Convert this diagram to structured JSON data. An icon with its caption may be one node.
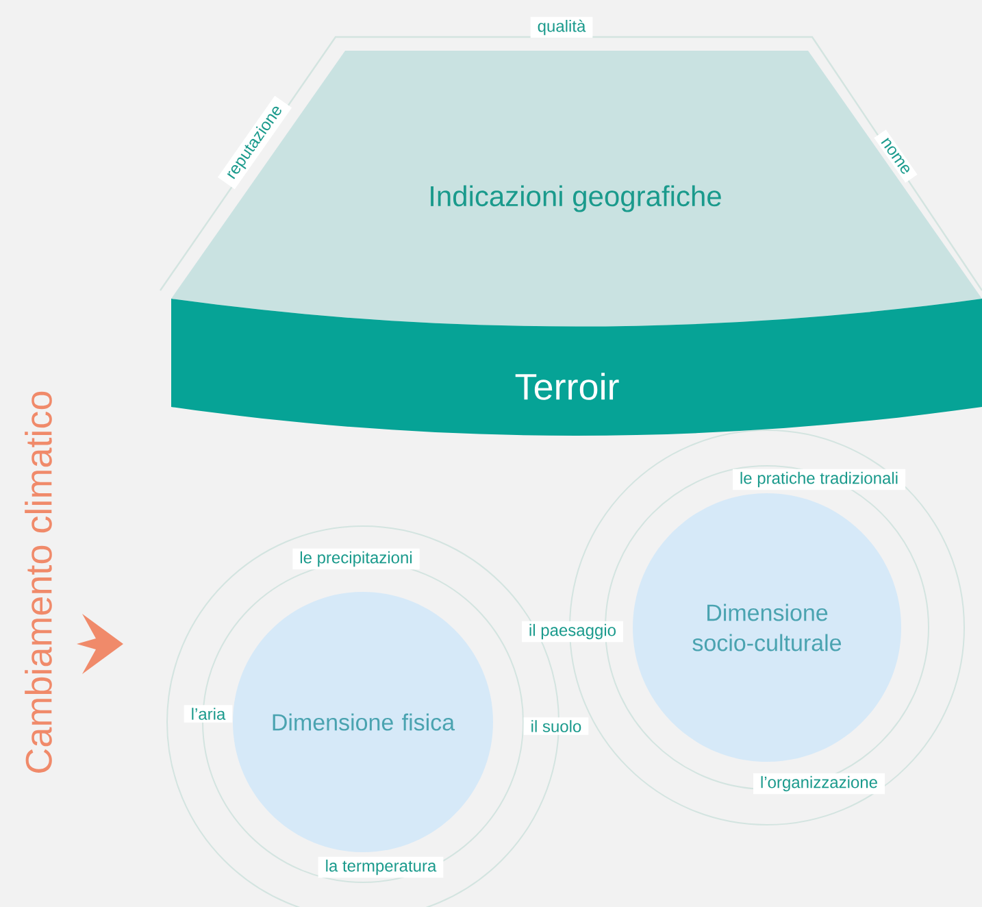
{
  "diagram": {
    "nodes": [
      {
        "text": [
          "Indicazioni geografiche"
        ]
      },
      {
        "text": [
          "Terroir"
        ]
      },
      {
        "text": [
          "Dimensione fisica"
        ]
      },
      {
        "text": [
          "Dimensione socio-culturale"
        ]
      }
    ],
    "labels": [
      "qualità",
      "reputazione",
      "nome",
      "Cambiamento climatico",
      "le pratiche tradizionali",
      "le precipitazioni",
      "il paesaggio",
      "l’aria",
      "il suolo",
      "l’organizzazione",
      "la termperatura"
    ]
  }
}
